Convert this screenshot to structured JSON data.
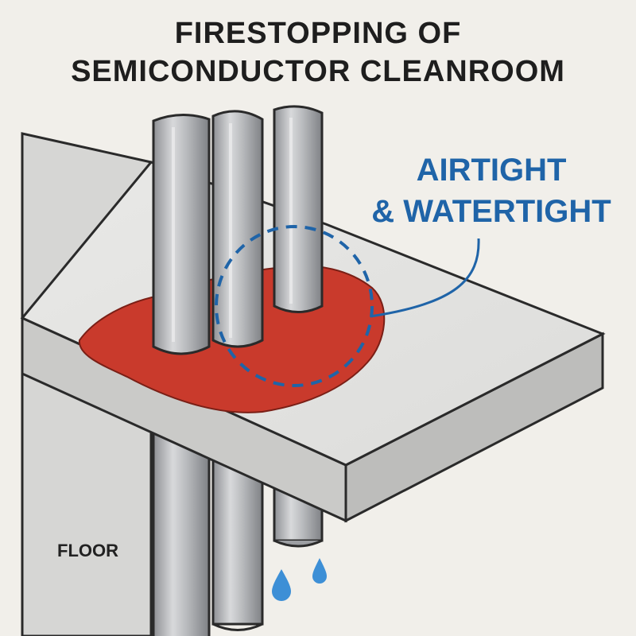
{
  "title": {
    "line1": "FIRESTOPPING OF",
    "line2": "SEMICONDUCTOR CLEANROOM"
  },
  "callout": {
    "line1": "AIRTIGHT",
    "line2": "& WATERTIGHT"
  },
  "floor_label": "FLOOR",
  "colors": {
    "background": "#f1efea",
    "slab_top": "#e3e3e1",
    "slab_front": "#c9c9c7",
    "wall": "#d4d4d2",
    "pipe": "#b6b8bb",
    "sealant": "#c93a2c",
    "accent_blue": "#1f64a8",
    "water_drop": "#3d8fd6",
    "outline": "#2a2a2a"
  },
  "icons": {
    "drops": "water-drop-icon"
  }
}
